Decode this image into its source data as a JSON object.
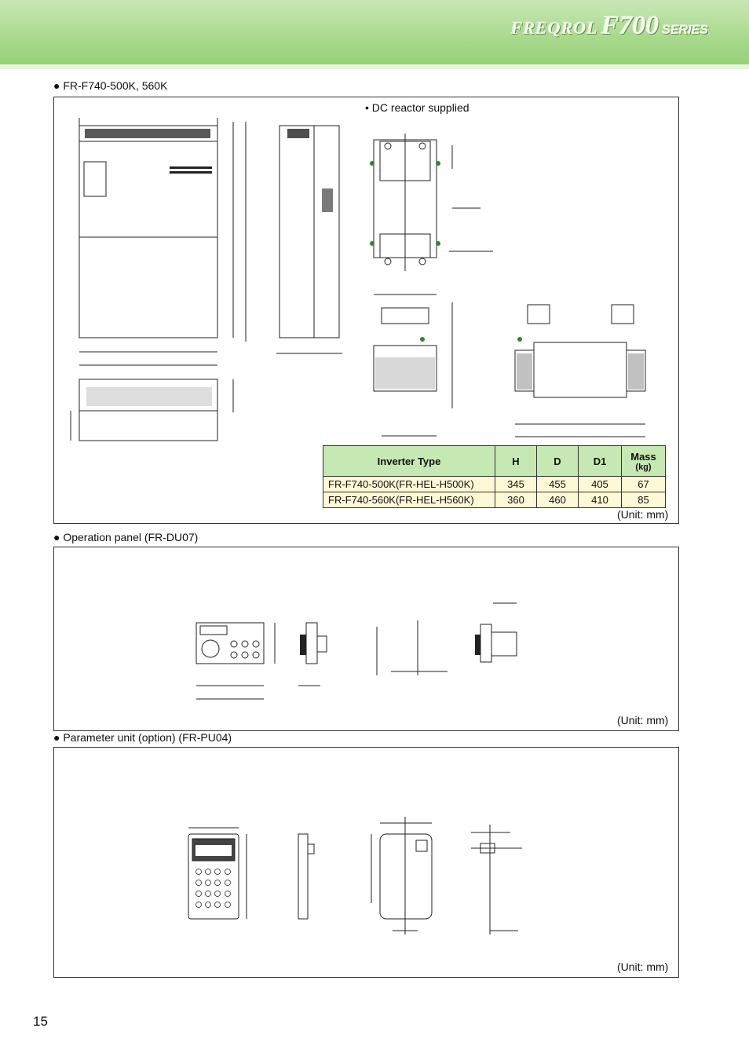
{
  "header": {
    "brand": "FREQROL",
    "model": "F700",
    "series": "SERIES"
  },
  "sections": {
    "inverter": {
      "title": "● FR-F740-500K, 560K",
      "unit": "(Unit: mm)"
    },
    "reactor": {
      "title": "• DC reactor supplied"
    },
    "panel": {
      "title": "● Operation panel (FR-DU07)",
      "unit": "(Unit: mm)"
    },
    "pu": {
      "title": "● Parameter unit (option) (FR-PU04)",
      "unit": "(Unit: mm)"
    }
  },
  "table": {
    "headers": [
      "Inverter Type",
      "H",
      "D",
      "D1",
      "Mass"
    ],
    "mass_unit": "(kg)",
    "rows": [
      [
        "FR-F740-500K(FR-HEL-H500K)",
        "345",
        "455",
        "405",
        "67"
      ],
      [
        "FR-F740-560K(FR-HEL-H560K)",
        "360",
        "460",
        "410",
        "85"
      ]
    ]
  },
  "page_number": "15"
}
